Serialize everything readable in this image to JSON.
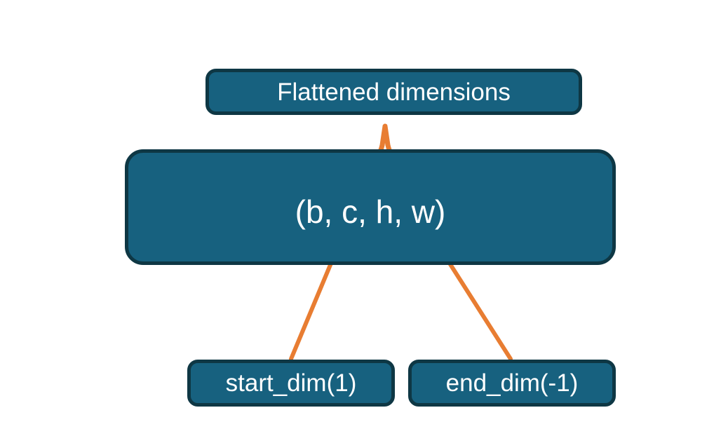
{
  "diagram": {
    "title": "flatten start_dim / end_dim diagram",
    "colors": {
      "background": "#FFFFFF",
      "box_fill": "#17617F",
      "box_border": "#0E3744",
      "accent_orange": "#E87D32",
      "text": "#FFFFFF"
    },
    "nodes": {
      "flattened_label": "Flattened dimensions",
      "tensor_shape": "(b, c, h, w)",
      "start_dim_label": "start_dim(1)",
      "end_dim_label": "end_dim(-1)"
    },
    "relations": {
      "brace": "brace spans dims c..w, pointing up to Flattened dimensions box",
      "start_dim_arrow": "start_dim(1) points to dim c",
      "end_dim_arrow": "end_dim(-1) points to dim w"
    }
  }
}
